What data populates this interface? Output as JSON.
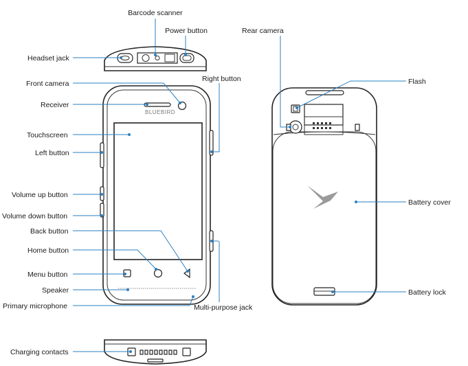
{
  "brand_text": "BLUEBIRD",
  "labels": {
    "barcode_scanner": "Barcode scanner",
    "power_button": "Power button",
    "headset_jack": "Headset jack",
    "front_camera": "Front camera",
    "right_button": "Right button",
    "receiver": "Receiver",
    "touchscreen": "Touchscreen",
    "left_button": "Left button",
    "volume_up_button": "Volume up button",
    "volume_down_button": "Volume down button",
    "back_button": "Back button",
    "home_button": "Home button",
    "menu_button": "Menu button",
    "speaker": "Speaker",
    "primary_microphone": "Primary microphone",
    "multi_purpose_jack": "Multi-purpose jack",
    "charging_contacts": "Charging contacts",
    "rear_camera": "Rear camera",
    "flash": "Flash",
    "battery_cover": "Battery cover",
    "battery_lock": "Battery lock"
  },
  "colors": {
    "leader": "#2a7fc0",
    "outline": "#222222",
    "logo": "#9a9a9a"
  }
}
